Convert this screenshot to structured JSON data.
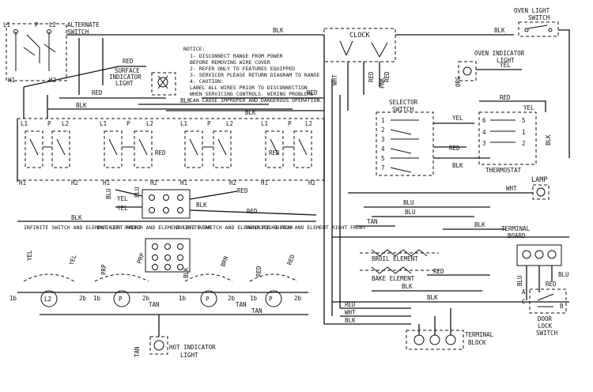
{
  "components": {
    "alternate_switch": "ALTERNATE SWITCH",
    "clock": "CLOCK",
    "oven_light_switch": "OVEN LIGHT SWITCH",
    "oven_indicator_light": "OVEN INDICATOR LIGHT",
    "surface_indicator_light": "SURFACE INDICATOR LIGHT",
    "selector_switch": "SELECTOR SWITCH",
    "thermostat": "THERMOSTAT",
    "lamp": "LAMP",
    "terminal_board": "TERMINAL BOARD",
    "broil_element": "BROIL ELEMENT",
    "bake_element": "BAKE ELEMENT",
    "door_lock_switch": "DOOR LOCK SWITCH",
    "terminal_block": "TERMINAL BLOCK",
    "hot_indicator_light": "HOT INDICATOR LIGHT"
  },
  "infinite_switches": [
    {
      "title": "INFINITE SWITCH AND ELEMENT LEFT FRONT"
    },
    {
      "title": "INFINITE SWITCH AND ELEMENT LEFT REAR"
    },
    {
      "title": "INFINITE SWITCH AND ELEMENT RIGHT REAR"
    },
    {
      "title": "INFINITE SWITCH AND ELEMENT RIGHT FRONT"
    }
  ],
  "notice": {
    "heading": "NOTICE:",
    "lines": [
      "1- DISCONNECT RANGE FROM POWER",
      "   BEFORE REMOVING WIRE COVER",
      "2- REFER ONLY TO FEATURES EQUIPPED",
      "3- SERVICER PLEASE RETURN DIAGRAM TO RANGE",
      "4- CAUTION:",
      "LABEL ALL WIRES PRIOR TO DISCONNECTION",
      "WHEN SERVICING CONTROLS. WIRING PROBLEMS",
      "CAN CAUSE IMPROPER AND DANGEROUS OPERATION."
    ]
  },
  "wire_colors": {
    "blk": "BLK",
    "red": "RED",
    "yel": "YEL",
    "wht": "WHT",
    "blu": "BLU",
    "brn": "BRN",
    "tan": "TAN",
    "pnk": "PNK",
    "org": "ORG"
  },
  "terminals": {
    "l1": "L1",
    "l2": "L2",
    "h1": "H1",
    "h2": "H2",
    "p": "P",
    "a": "A",
    "b": "B",
    "c": "C",
    "e1b": "1b",
    "e2b": "2b",
    "n1": "1",
    "n2": "2",
    "n3": "3",
    "n4": "4",
    "n5": "5",
    "n6": "6",
    "n7": "7"
  }
}
